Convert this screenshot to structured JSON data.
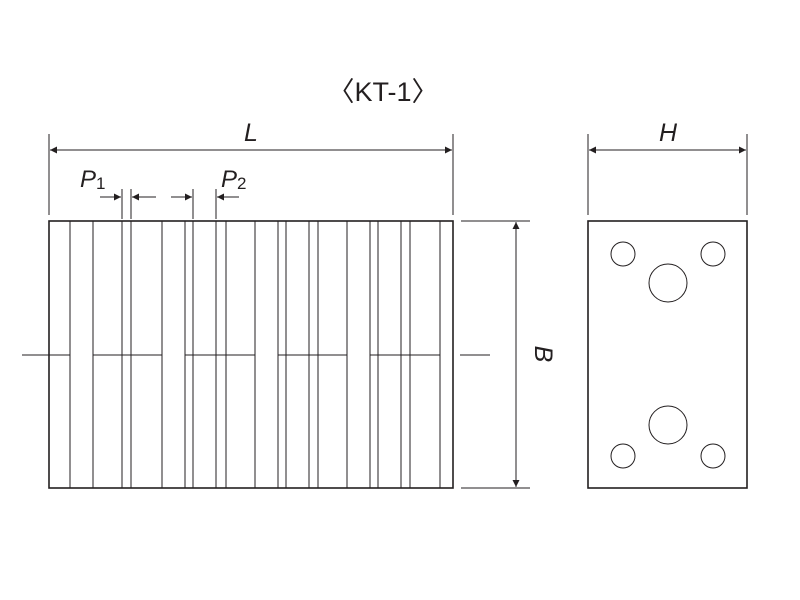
{
  "diagram": {
    "title": "〈KT-1〉",
    "dims": {
      "length_label": "L",
      "height_label": "H",
      "breadth_label": "B",
      "pitch1_main": "P",
      "pitch1_sub": "1",
      "pitch2_main": "P",
      "pitch2_sub": "2"
    },
    "side_view_holes": 6
  }
}
